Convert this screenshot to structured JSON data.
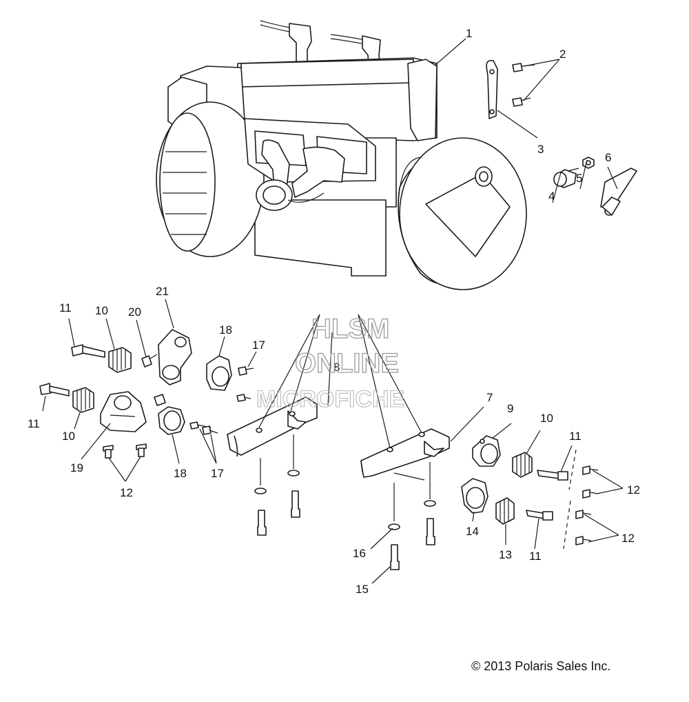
{
  "callouts": [
    "1",
    "2",
    "3",
    "4",
    "5",
    "6",
    "7",
    "8",
    "9",
    "10",
    "10",
    "10",
    "11",
    "11",
    "11",
    "11",
    "12",
    "12",
    "12",
    "13",
    "14",
    "15",
    "16",
    "17",
    "17",
    "18",
    "18",
    "19",
    "20",
    "21"
  ],
  "watermark": {
    "line1": "HLSM",
    "line2": "ONLINE",
    "line3": "MICROFICHE"
  },
  "copyright": "© 2013 Polaris Sales Inc.",
  "colors": {
    "line": "#1a1a1a",
    "watermark": "#9a9a9a",
    "background": "#ffffff"
  }
}
